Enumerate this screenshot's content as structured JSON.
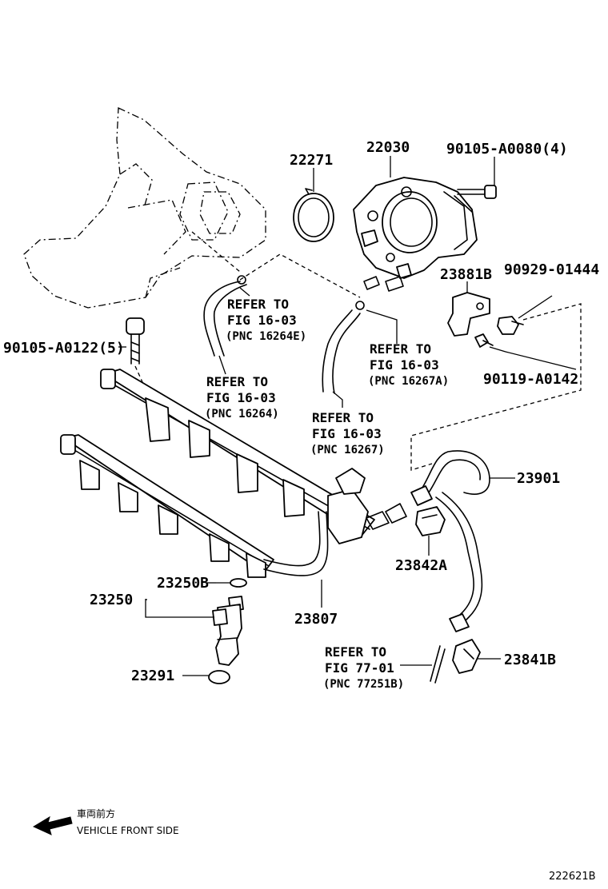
{
  "parts": {
    "p22271": "22271",
    "p22030": "22030",
    "p90105_a0080": "90105-A0080(4)",
    "p23881b": "23881B",
    "p90929": "90929-01444",
    "p90119": "90119-A0142",
    "p90105_a0122": "90105-A0122(5)",
    "p23901": "23901",
    "p23842a": "23842A",
    "p23250b": "23250B",
    "p23250": "23250",
    "p23807": "23807",
    "p23841b": "23841B",
    "p23291": "23291"
  },
  "references": {
    "ref_16264e": {
      "line1": "REFER TO",
      "line2": "FIG 16-03",
      "line3": "(PNC 16264E)"
    },
    "ref_16267a": {
      "line1": "REFER TO",
      "line2": "FIG 16-03",
      "line3": "(PNC 16267A)"
    },
    "ref_16264": {
      "line1": "REFER TO",
      "line2": "FIG 16-03",
      "line3": "(PNC 16264)"
    },
    "ref_16267": {
      "line1": "REFER TO",
      "line2": "FIG 16-03",
      "line3": "(PNC 16267)"
    },
    "ref_77251b": {
      "line1": "REFER TO",
      "line2": "FIG 77-01",
      "line3": "(PNC 77251B)"
    }
  },
  "direction": {
    "label_jp": "車両前方",
    "label_en": "VEHICLE FRONT SIDE"
  },
  "figure_code": "222621B"
}
